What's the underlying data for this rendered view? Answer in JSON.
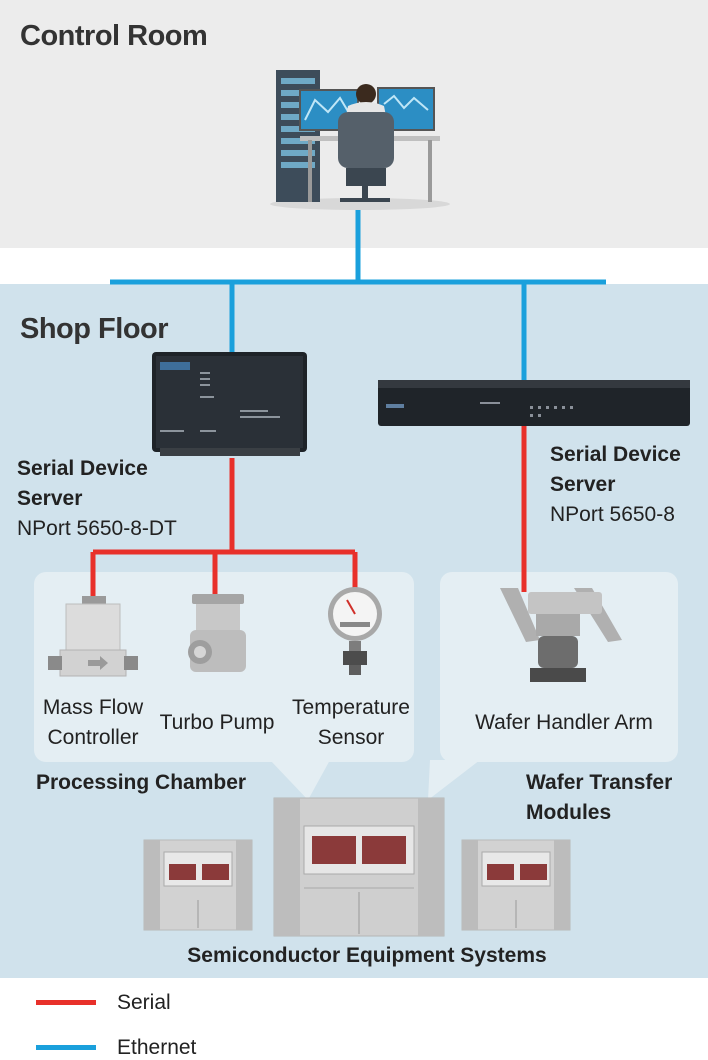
{
  "zones": {
    "control_room": "Control Room",
    "shop_floor": "Shop Floor"
  },
  "devices": {
    "left_server": {
      "title_line1": "Serial Device",
      "title_line2": "Server",
      "model": "NPort 5650-8-DT"
    },
    "right_server": {
      "title_line1": "Serial Device",
      "title_line2": "Server",
      "model": "NPort 5650-8"
    }
  },
  "processing_chamber": {
    "label": "Processing Chamber",
    "items": {
      "mass_flow_line1": "Mass Flow",
      "mass_flow_line2": "Controller",
      "turbo_pump": "Turbo Pump",
      "temp_line1": "Temperature",
      "temp_line2": "Sensor"
    }
  },
  "wafer_transfer": {
    "label_line1": "Wafer Transfer",
    "label_line2": "Modules",
    "item": "Wafer Handler Arm"
  },
  "equipment_label": "Semiconductor Equipment Systems",
  "legend": {
    "serial": {
      "label": "Serial",
      "color": "#e8302a"
    },
    "ethernet": {
      "label": "Ethernet",
      "color": "#1aa0dc"
    }
  },
  "icons": [
    "operator-workstation-icon",
    "nport-5650-8-dt-icon",
    "nport-5650-8-icon",
    "mass-flow-controller-icon",
    "turbo-pump-icon",
    "temperature-sensor-icon",
    "wafer-handler-arm-icon",
    "semiconductor-equipment-icon"
  ]
}
